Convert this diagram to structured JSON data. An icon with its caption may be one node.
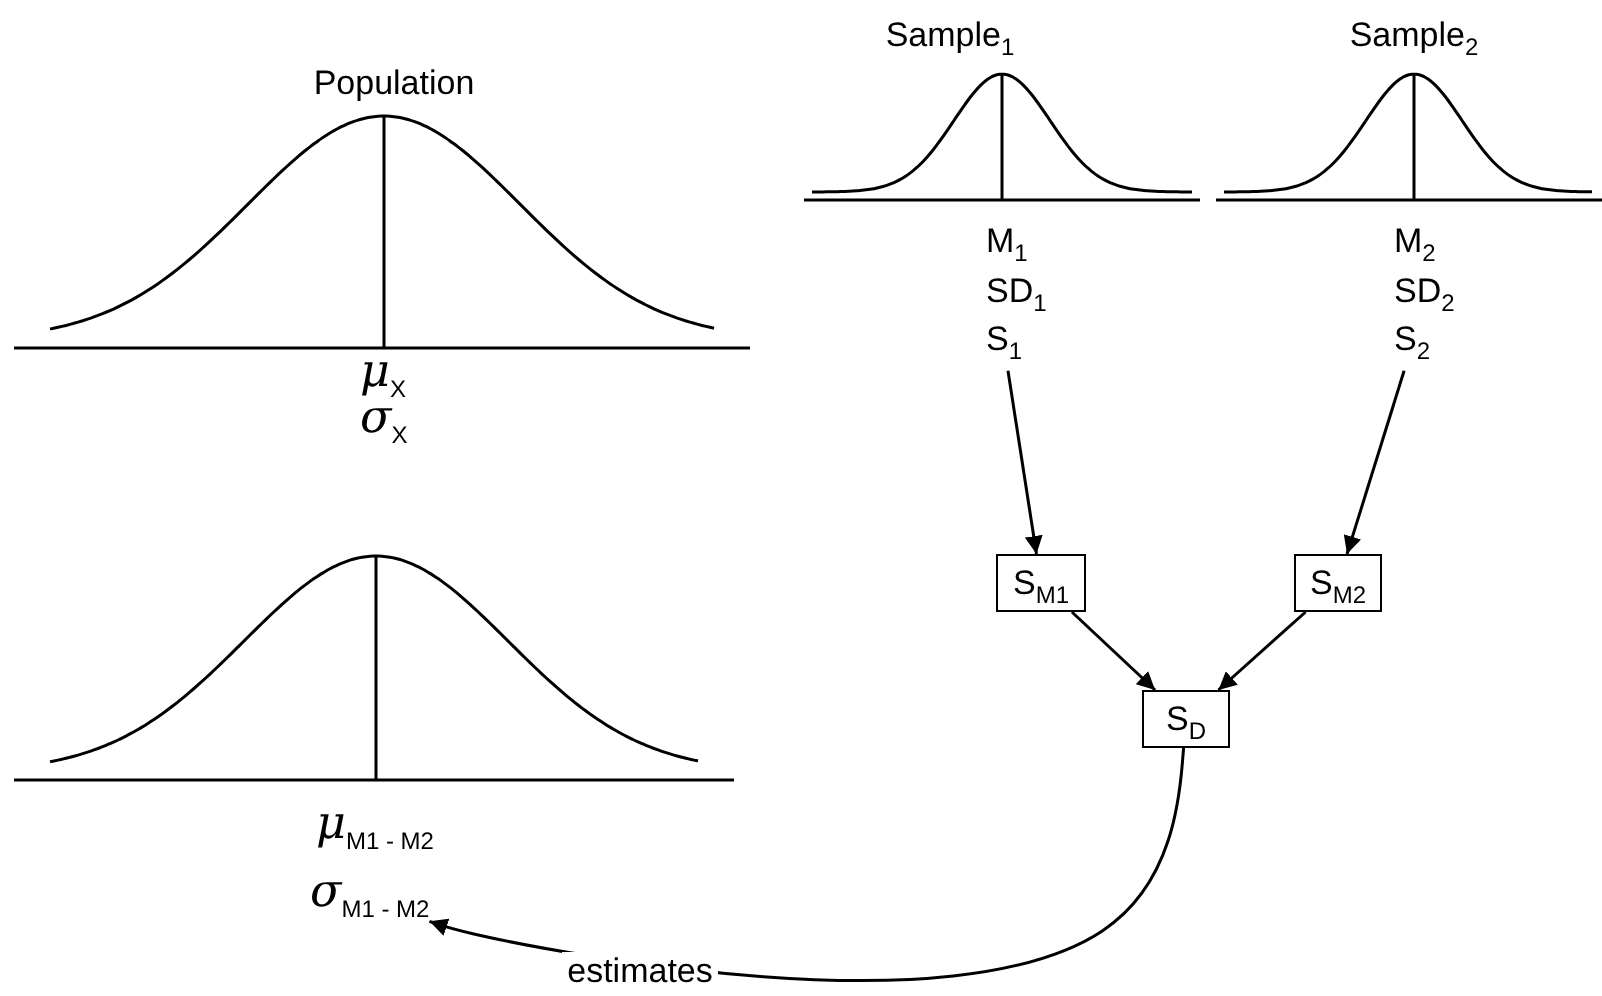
{
  "diagram": {
    "nodes": [
      {
        "text": [
          "S$_{1}$"
        ]
      },
      {
        "text": [
          "S$_{2}$"
        ]
      },
      {
        "text": [
          "S$_{M1}$"
        ]
      },
      {
        "text": [
          "S$_{M2}$"
        ]
      },
      {
        "text": [
          "S$_{D}$"
        ]
      },
      {
        "text": [
          "σ$_{M1 - M2}$"
        ]
      }
    ],
    "edges": [
      {
        "from": 0,
        "to": 2,
        "arrow": "to"
      },
      {
        "from": 1,
        "to": 3,
        "arrow": "to"
      },
      {
        "from": 2,
        "to": 4,
        "arrow": "to"
      },
      {
        "from": 3,
        "to": 4,
        "arrow": "to"
      },
      {
        "from": 4,
        "to": 5,
        "arrow": "to",
        "label": "estimates"
      }
    ],
    "labels": [
      "Population",
      "Sample$_{1}$",
      "Sample$_{2}$",
      "M$_{1}$",
      "M$_{2}$",
      "SD$_{1}$",
      "SD$_{2}$",
      "μ$_{X}$",
      "σ$_{X}$",
      "μ$_{M1 - M2}$"
    ]
  }
}
